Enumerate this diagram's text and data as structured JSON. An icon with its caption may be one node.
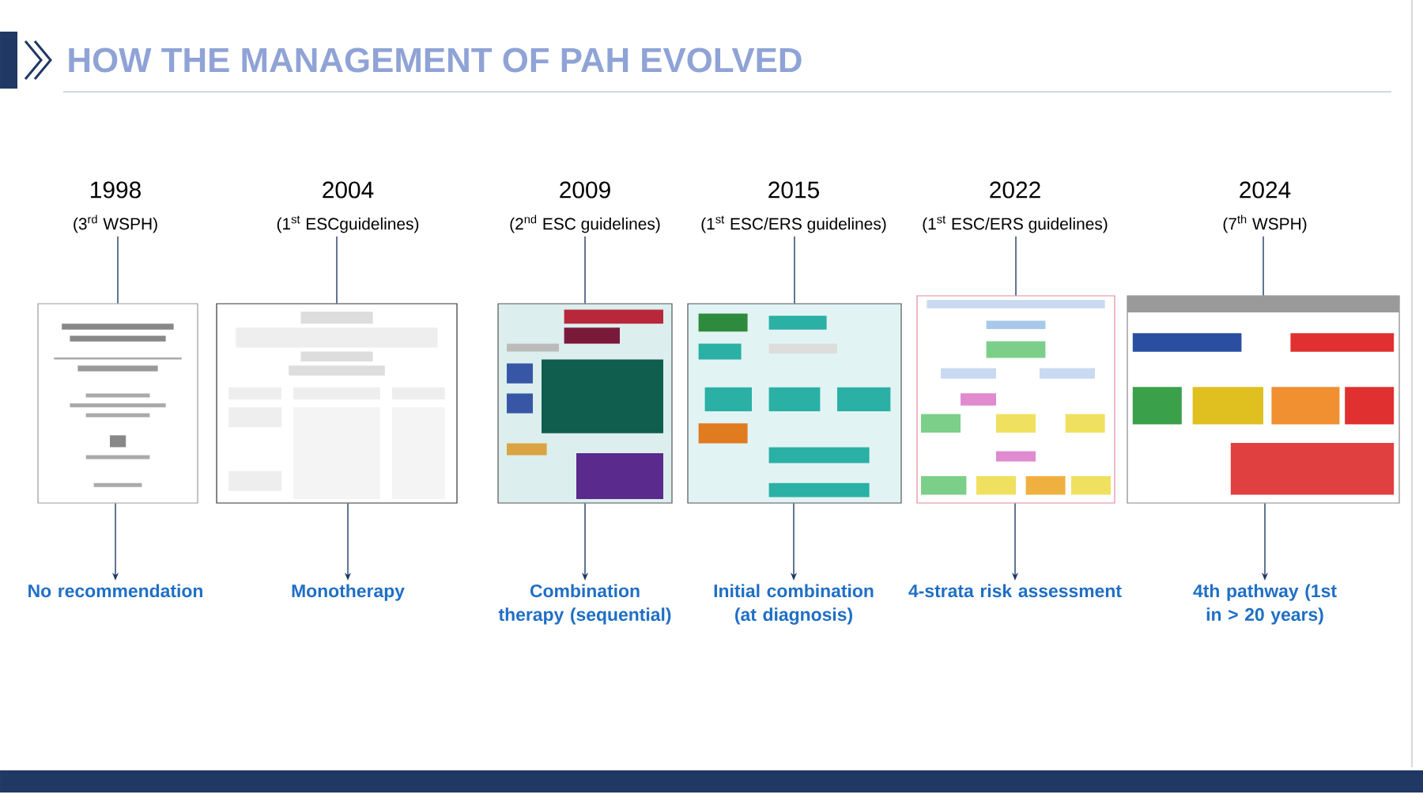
{
  "diagram": {
    "title": "HOW THE MANAGEMENT OF PAH EVOLVED",
    "nodes": [
      {
        "text": [
          "1998",
          "(3$^{rd}$ WSPH)"
        ]
      },
      {
        "text": [
          "2004",
          "(1$^{st}$ ESCguidelines)"
        ]
      },
      {
        "text": [
          "2009",
          "(2$^{nd}$ ESC guidelines)"
        ]
      },
      {
        "text": [
          "2015",
          "(1$^{st}$  ESC/ERS guidelines)"
        ]
      },
      {
        "text": [
          "2022",
          "(1$^{st}$  ESC/ERS guidelines)"
        ]
      },
      {
        "text": [
          "2024",
          "(7$^{th}$ WSPH)"
        ]
      },
      {
        "text": [],
        "shape": "picture"
      },
      {
        "text": [],
        "shape": "picture"
      },
      {
        "text": [],
        "shape": "picture"
      },
      {
        "text": [],
        "shape": "picture"
      },
      {
        "text": [],
        "shape": "picture"
      },
      {
        "text": [],
        "shape": "picture"
      },
      {
        "text": [
          "No recommendation"
        ]
      },
      {
        "text": [
          "Monotherapy"
        ]
      },
      {
        "text": [
          "Combination therapy (sequential)"
        ]
      },
      {
        "text": [
          "Initial combination (at diagnosis)"
        ]
      },
      {
        "text": [
          "4-strata risk assessment"
        ]
      },
      {
        "text": [
          "4th pathway (1st in > 20 years)"
        ]
      }
    ],
    "edges": [
      {
        "from": 0,
        "to": 6,
        "arrow": "none"
      },
      {
        "from": 1,
        "to": 7,
        "arrow": "none"
      },
      {
        "from": 2,
        "to": 8,
        "arrow": "none"
      },
      {
        "from": 3,
        "to": 9,
        "arrow": "none"
      },
      {
        "from": 4,
        "to": 10,
        "arrow": "none"
      },
      {
        "from": 5,
        "to": 11,
        "arrow": "none"
      },
      {
        "from": 6,
        "to": 12,
        "arrow": "to"
      },
      {
        "from": 7,
        "to": 13,
        "arrow": "to"
      },
      {
        "from": 8,
        "to": 14,
        "arrow": "to"
      },
      {
        "from": 9,
        "to": 15,
        "arrow": "to"
      },
      {
        "from": 10,
        "to": 16,
        "arrow": "to"
      },
      {
        "from": 11,
        "to": 17,
        "arrow": "to"
      }
    ]
  }
}
